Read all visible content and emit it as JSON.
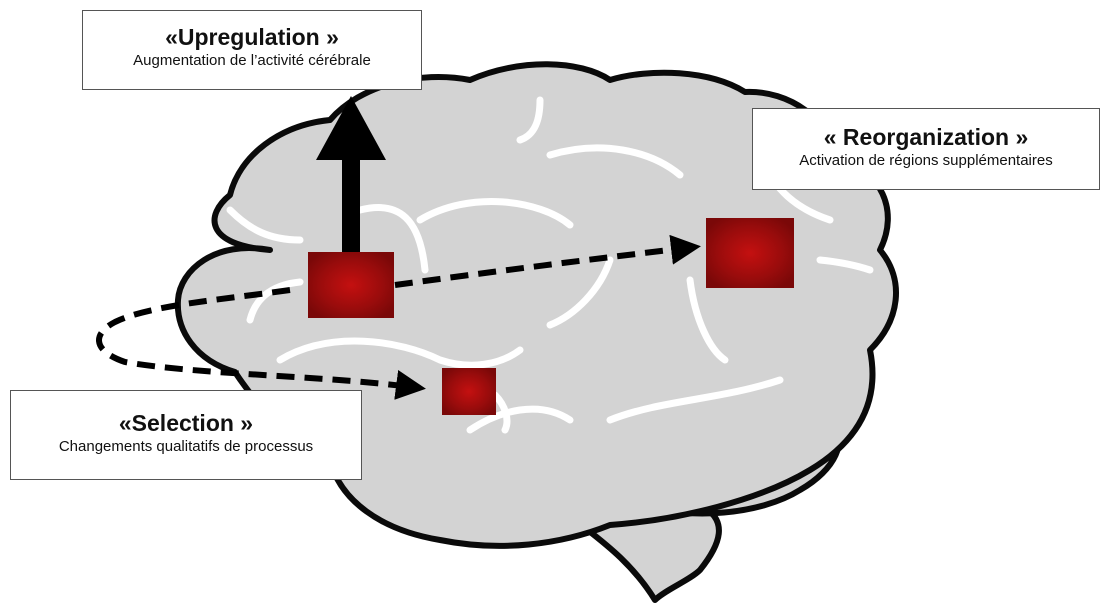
{
  "labels": {
    "upregulation": {
      "title": "«Upregulation »",
      "subtitle": "Augmentation de l’activité cérébrale"
    },
    "reorganization": {
      "title": "« Reorganization »",
      "subtitle": "Activation de régions supplémentaires"
    },
    "selection": {
      "title": "«Selection »",
      "subtitle": "Changements qualitatifs de processus"
    }
  },
  "colors": {
    "brain_fill": "#d3d3d3",
    "brain_outline": "#0a0a0a",
    "region_fill": "#a00d0d",
    "region_dark": "#7a0808",
    "arrow": "#000000"
  }
}
